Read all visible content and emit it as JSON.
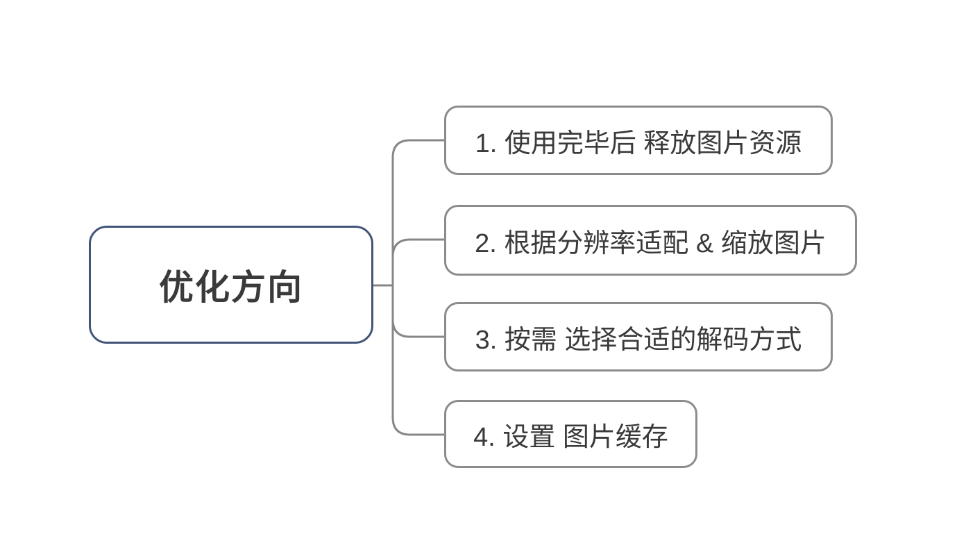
{
  "diagram": {
    "type": "mindmap",
    "root": {
      "label": "优化方向"
    },
    "branches": [
      {
        "id": 1,
        "label": "1. 使用完毕后 释放图片资源"
      },
      {
        "id": 2,
        "label": "2. 根据分辨率适配 & 缩放图片"
      },
      {
        "id": 3,
        "label": "3. 按需 选择合适的解码方式"
      },
      {
        "id": 4,
        "label": "4. 设置 图片缓存"
      }
    ],
    "colors": {
      "background": "#ffffff",
      "root_border": "#425577",
      "branch_border": "#8c8c8c",
      "connector": "#878787",
      "text": "#3a3a3a"
    }
  }
}
